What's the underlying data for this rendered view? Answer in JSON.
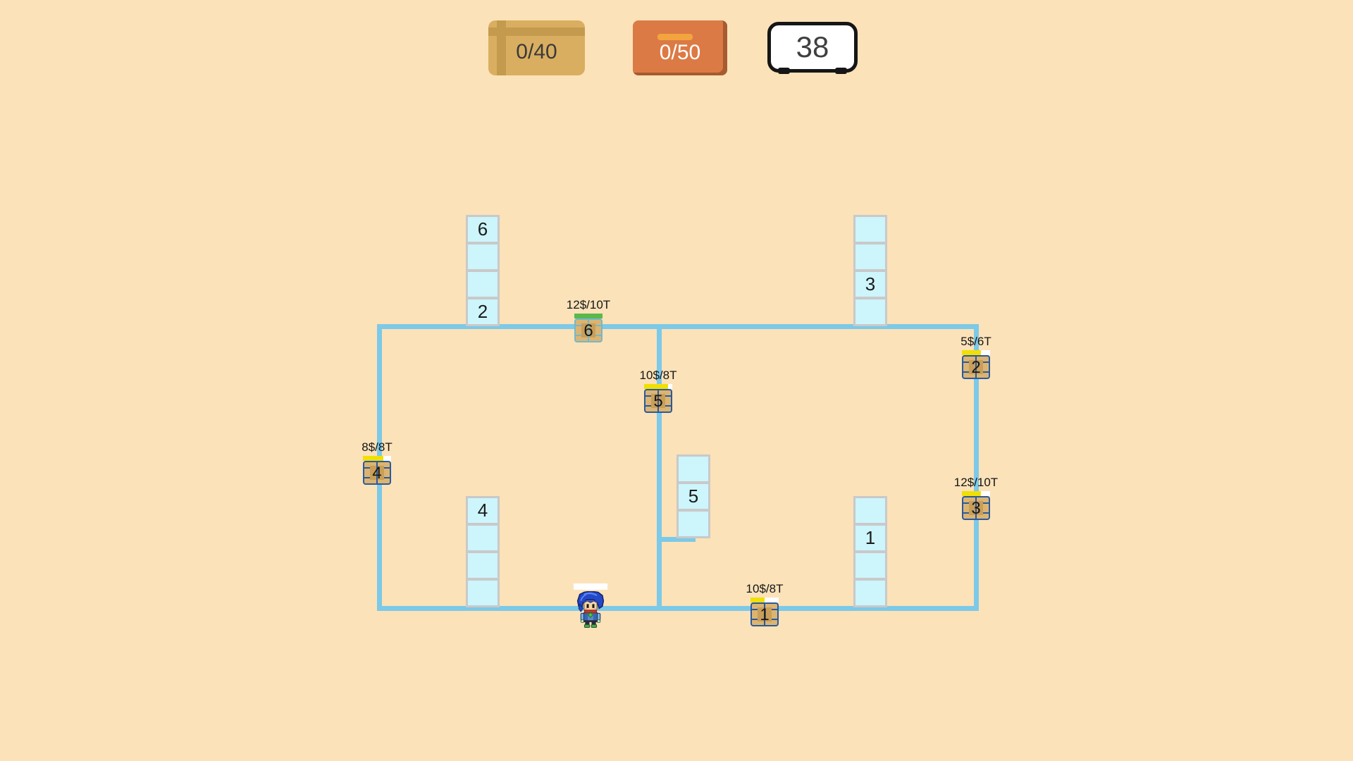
{
  "hud": {
    "storage": {
      "value": "0/40"
    },
    "orders": {
      "value": "0/50"
    },
    "timer": {
      "value": "38"
    }
  },
  "colors": {
    "wall": "#7CC9E8",
    "yellow_bar": "#F0E005",
    "green_bar": "#5CB84A"
  },
  "shelves": [
    {
      "id": "top-left",
      "cells": [
        "6",
        "",
        "",
        "2"
      ]
    },
    {
      "id": "top-right",
      "cells": [
        "",
        "",
        "3",
        ""
      ]
    },
    {
      "id": "middle",
      "cells": [
        "",
        "5",
        ""
      ]
    },
    {
      "id": "bottom-left",
      "cells": [
        "4",
        "",
        "",
        ""
      ]
    },
    {
      "id": "bottom-right",
      "cells": [
        "",
        "1",
        "",
        ""
      ]
    }
  ],
  "packages": [
    {
      "number": "6",
      "price": "12$/10T",
      "progress": "100%",
      "bar_color": "#5CB84A",
      "variant": "green"
    },
    {
      "number": "5",
      "price": "10$/8T",
      "progress": "84%",
      "bar_color": "#F0E005",
      "variant": "yellow"
    },
    {
      "number": "2",
      "price": "5$/6T",
      "progress": "67%",
      "bar_color": "#F0E005",
      "variant": "yellow"
    },
    {
      "number": "4",
      "price": "8$/8T",
      "progress": "72%",
      "bar_color": "#F0E005",
      "variant": "yellow"
    },
    {
      "number": "3",
      "price": "12$/10T",
      "progress": "67%",
      "bar_color": "#F0E005",
      "variant": "yellow"
    },
    {
      "number": "1",
      "price": "10$/8T",
      "progress": "50%",
      "bar_color": "#F0E005",
      "variant": "yellow"
    }
  ],
  "character": {
    "carry_progress": "0%"
  }
}
